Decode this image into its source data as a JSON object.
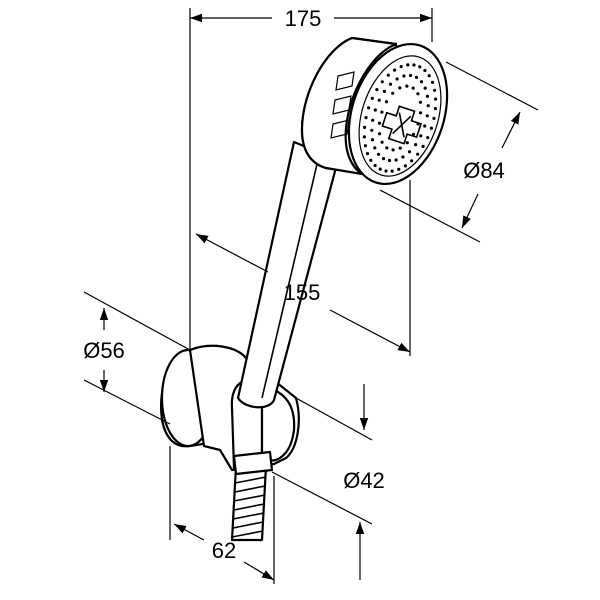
{
  "dimensions": {
    "overall_width": "175",
    "handle_length": "155",
    "head_diameter": "Ø84",
    "holder_diameter": "Ø56",
    "hose_nut_diameter": "Ø42",
    "holder_depth": "62"
  },
  "colors": {
    "line": "#000000",
    "background": "#ffffff"
  }
}
